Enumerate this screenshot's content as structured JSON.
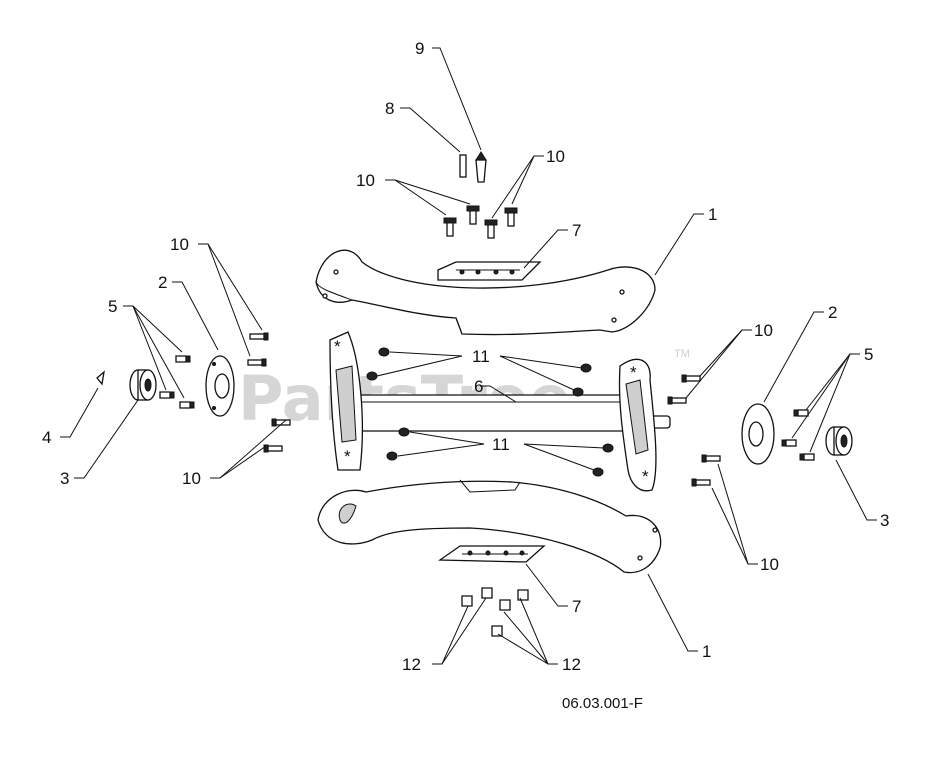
{
  "watermark": {
    "text": "PartsTree",
    "tm": "TM"
  },
  "drawing_code": "06.03.001-F",
  "callouts": [
    {
      "id": "c9",
      "text": "9"
    },
    {
      "id": "c8",
      "text": "8"
    },
    {
      "id": "c10a",
      "text": "10"
    },
    {
      "id": "c10b",
      "text": "10"
    },
    {
      "id": "c10c",
      "text": "10"
    },
    {
      "id": "c7a",
      "text": "7"
    },
    {
      "id": "c1a",
      "text": "1"
    },
    {
      "id": "c2a",
      "text": "2"
    },
    {
      "id": "c5a",
      "text": "5"
    },
    {
      "id": "c4",
      "text": "4"
    },
    {
      "id": "c3a",
      "text": "3"
    },
    {
      "id": "c10d",
      "text": "10"
    },
    {
      "id": "c11a",
      "text": "11"
    },
    {
      "id": "c6",
      "text": "6"
    },
    {
      "id": "c11b",
      "text": "11"
    },
    {
      "id": "c10e",
      "text": "10"
    },
    {
      "id": "c2b",
      "text": "2"
    },
    {
      "id": "c5b",
      "text": "5"
    },
    {
      "id": "c3b",
      "text": "3"
    },
    {
      "id": "c10f",
      "text": "10"
    },
    {
      "id": "c7b",
      "text": "7"
    },
    {
      "id": "c1b",
      "text": "1"
    },
    {
      "id": "c12a",
      "text": "12"
    },
    {
      "id": "c12b",
      "text": "12"
    }
  ]
}
